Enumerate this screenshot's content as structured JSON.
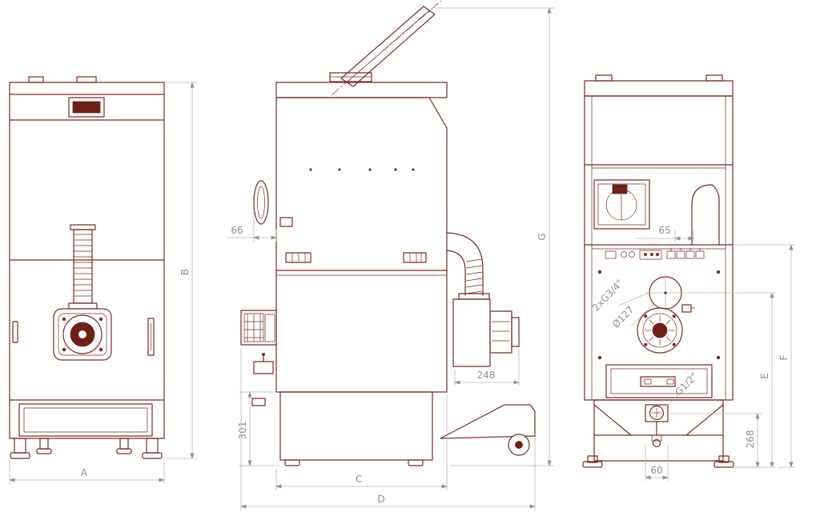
{
  "colors": {
    "part_line": "#7a2a22",
    "part_dark": "#6e2018",
    "dim_line": "#b5b5b5",
    "dim_text": "#8f8f8f",
    "background": "#ffffff"
  },
  "views": {
    "front": {
      "dims": {
        "width": "A",
        "height": "B"
      }
    },
    "side": {
      "dims": {
        "cover_offset": "66",
        "burner_depth": "248",
        "base_height": "301",
        "body_depth": "C",
        "total_depth": "D",
        "total_height_lid_open": "G"
      }
    },
    "rear": {
      "dims": {
        "flue_offset": "65",
        "connections_thread": "2xG3/4\"",
        "flue_diameter": "Ø127",
        "drain_thread": "G1/2\"",
        "drain_height": "268",
        "drain_offset": "60",
        "height_to_flue": "E",
        "height_to_top_panel": "F"
      }
    }
  }
}
